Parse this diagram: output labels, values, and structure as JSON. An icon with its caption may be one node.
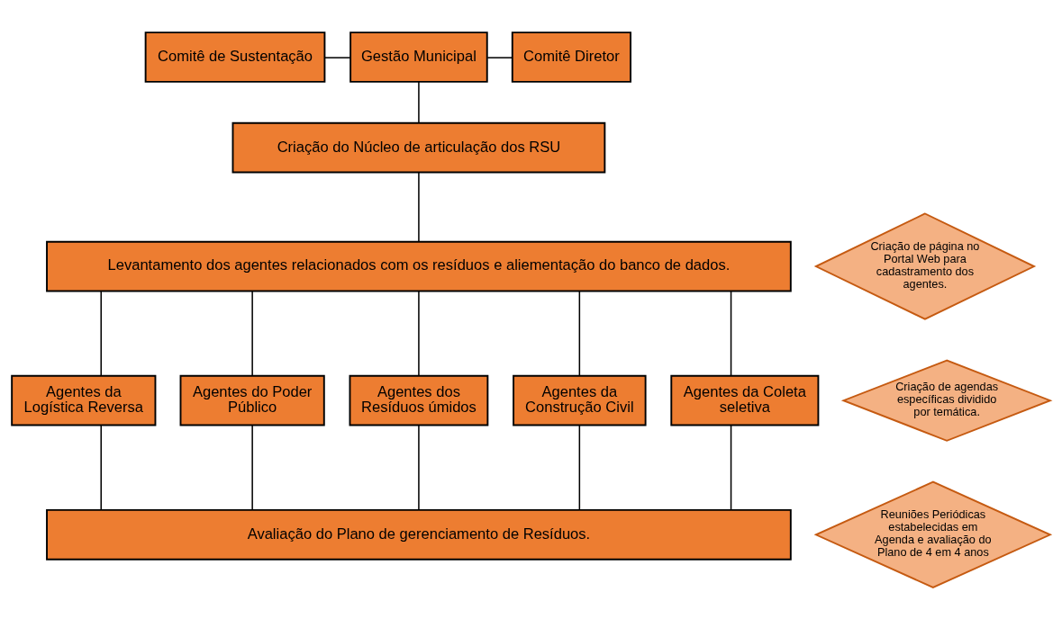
{
  "diagram": {
    "nodes": [
      {
        "text": [
          "Comitê de Sustentação"
        ]
      },
      {
        "text": [
          "Gestão Municipal"
        ]
      },
      {
        "text": [
          "Comitê Diretor"
        ]
      },
      {
        "text": [
          "Criação do Núcleo de articulação dos RSU"
        ]
      },
      {
        "text": [
          "Levantamento dos agentes relacionados com os resíduos e aliementação do banco de dados."
        ]
      },
      {
        "text": [
          "Agentes da Logística Reversa"
        ]
      },
      {
        "text": [
          "Agentes do Poder Público"
        ]
      },
      {
        "text": [
          "Agentes dos Resíduos úmidos"
        ]
      },
      {
        "text": [
          "Agentes da Construção Civil"
        ]
      },
      {
        "text": [
          "Agentes da Coleta seletiva"
        ]
      },
      {
        "text": [
          "Avaliação do Plano de gerenciamento de Resíduos."
        ]
      },
      {
        "text": [
          "Criação de página no Portal Web para cadastramento dos agentes."
        ]
      },
      {
        "text": [
          "Criação de agendas específicas dividido por temática."
        ]
      },
      {
        "text": [
          "Reuniões Periódicas estabelecidas em Agenda e avaliação do Plano de 4 em 4 anos"
        ]
      }
    ],
    "edges": [
      {
        "from": 0,
        "to": 1,
        "arrow": "none"
      },
      {
        "from": 1,
        "to": 2,
        "arrow": "none"
      },
      {
        "from": 1,
        "to": 3,
        "arrow": "none"
      },
      {
        "from": 3,
        "to": 4,
        "arrow": "none"
      },
      {
        "from": 4,
        "to": 5,
        "arrow": "none"
      },
      {
        "from": 4,
        "to": 6,
        "arrow": "none"
      },
      {
        "from": 4,
        "to": 7,
        "arrow": "none"
      },
      {
        "from": 4,
        "to": 8,
        "arrow": "none"
      },
      {
        "from": 4,
        "to": 9,
        "arrow": "none"
      },
      {
        "from": 5,
        "to": 10,
        "arrow": "none"
      },
      {
        "from": 6,
        "to": 10,
        "arrow": "none"
      },
      {
        "from": 7,
        "to": 10,
        "arrow": "none"
      },
      {
        "from": 8,
        "to": 10,
        "arrow": "none"
      },
      {
        "from": 9,
        "to": 10,
        "arrow": "none"
      }
    ]
  }
}
